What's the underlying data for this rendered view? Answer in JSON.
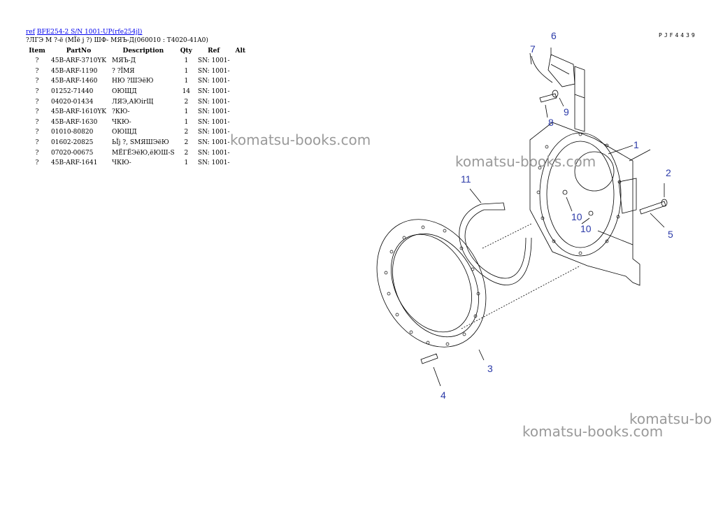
{
  "header": {
    "ref_link": "ref",
    "model_link": "BFE254-2 S/N 1001-UP(rfe254jl)",
    "subtitle": "?ЛГЭ М ?-ё (МЇё j ?) ШФ- МЯЪ-Д(060010 : T4020-41A0)"
  },
  "table": {
    "headers": [
      "Item",
      "PartNo",
      "Description",
      "Qty",
      "Ref",
      "Alt"
    ],
    "rows": [
      {
        "item": "?",
        "part": "45B-ARF-3710YK",
        "desc": "МЯЪ-Д",
        "qty": "1",
        "ref": "SN: 1001-"
      },
      {
        "item": "?",
        "part": "45B-ARF-1190",
        "desc": "? ?ЇМЯ",
        "qty": "1",
        "ref": "SN: 1001-"
      },
      {
        "item": "?",
        "part": "45B-ARF-1460",
        "desc": "НЮ ?ШЭёЮ",
        "qty": "1",
        "ref": "SN: 1001-"
      },
      {
        "item": "?",
        "part": "01252-71440",
        "desc": "ОЮЩД",
        "qty": "14",
        "ref": "SN: 1001-"
      },
      {
        "item": "?",
        "part": "04020-01434",
        "desc": "ЛЯЭ,АЮirЩ",
        "qty": "2",
        "ref": "SN: 1001-"
      },
      {
        "item": "?",
        "part": "45B-ARF-1610YK",
        "desc": "?КЮ-",
        "qty": "1",
        "ref": "SN: 1001-"
      },
      {
        "item": "?",
        "part": "45B-ARF-1630",
        "desc": "ЧКЮ-",
        "qty": "1",
        "ref": "SN: 1001-"
      },
      {
        "item": "?",
        "part": "01010-80820",
        "desc": "ОЮЩД",
        "qty": "2",
        "ref": "SN: 1001-"
      },
      {
        "item": "?",
        "part": "01602-20825",
        "desc": "ЬЇj ?, SМЯШЭёЮ",
        "qty": "2",
        "ref": "SN: 1001-"
      },
      {
        "item": "?",
        "part": "07020-00675",
        "desc": "МЁГЁЭёЮ,ёЮШ-S",
        "qty": "2",
        "ref": "SN: 1001-"
      },
      {
        "item": "?",
        "part": "45B-ARF-1641",
        "desc": "ЧКЮ-",
        "qty": "1",
        "ref": "SN: 1001-"
      }
    ]
  },
  "drawing": {
    "code": "PJF4439",
    "callouts": [
      "1",
      "2",
      "3",
      "4",
      "5",
      "6",
      "7",
      "8",
      "9",
      "10",
      "10",
      "11"
    ],
    "line_color": "#000000",
    "callout_color": "#2b3aa8"
  },
  "watermarks": [
    "komatsu-books.com",
    "komatsu-books.com",
    "komatsu-bo",
    "komatsu-books.com"
  ]
}
